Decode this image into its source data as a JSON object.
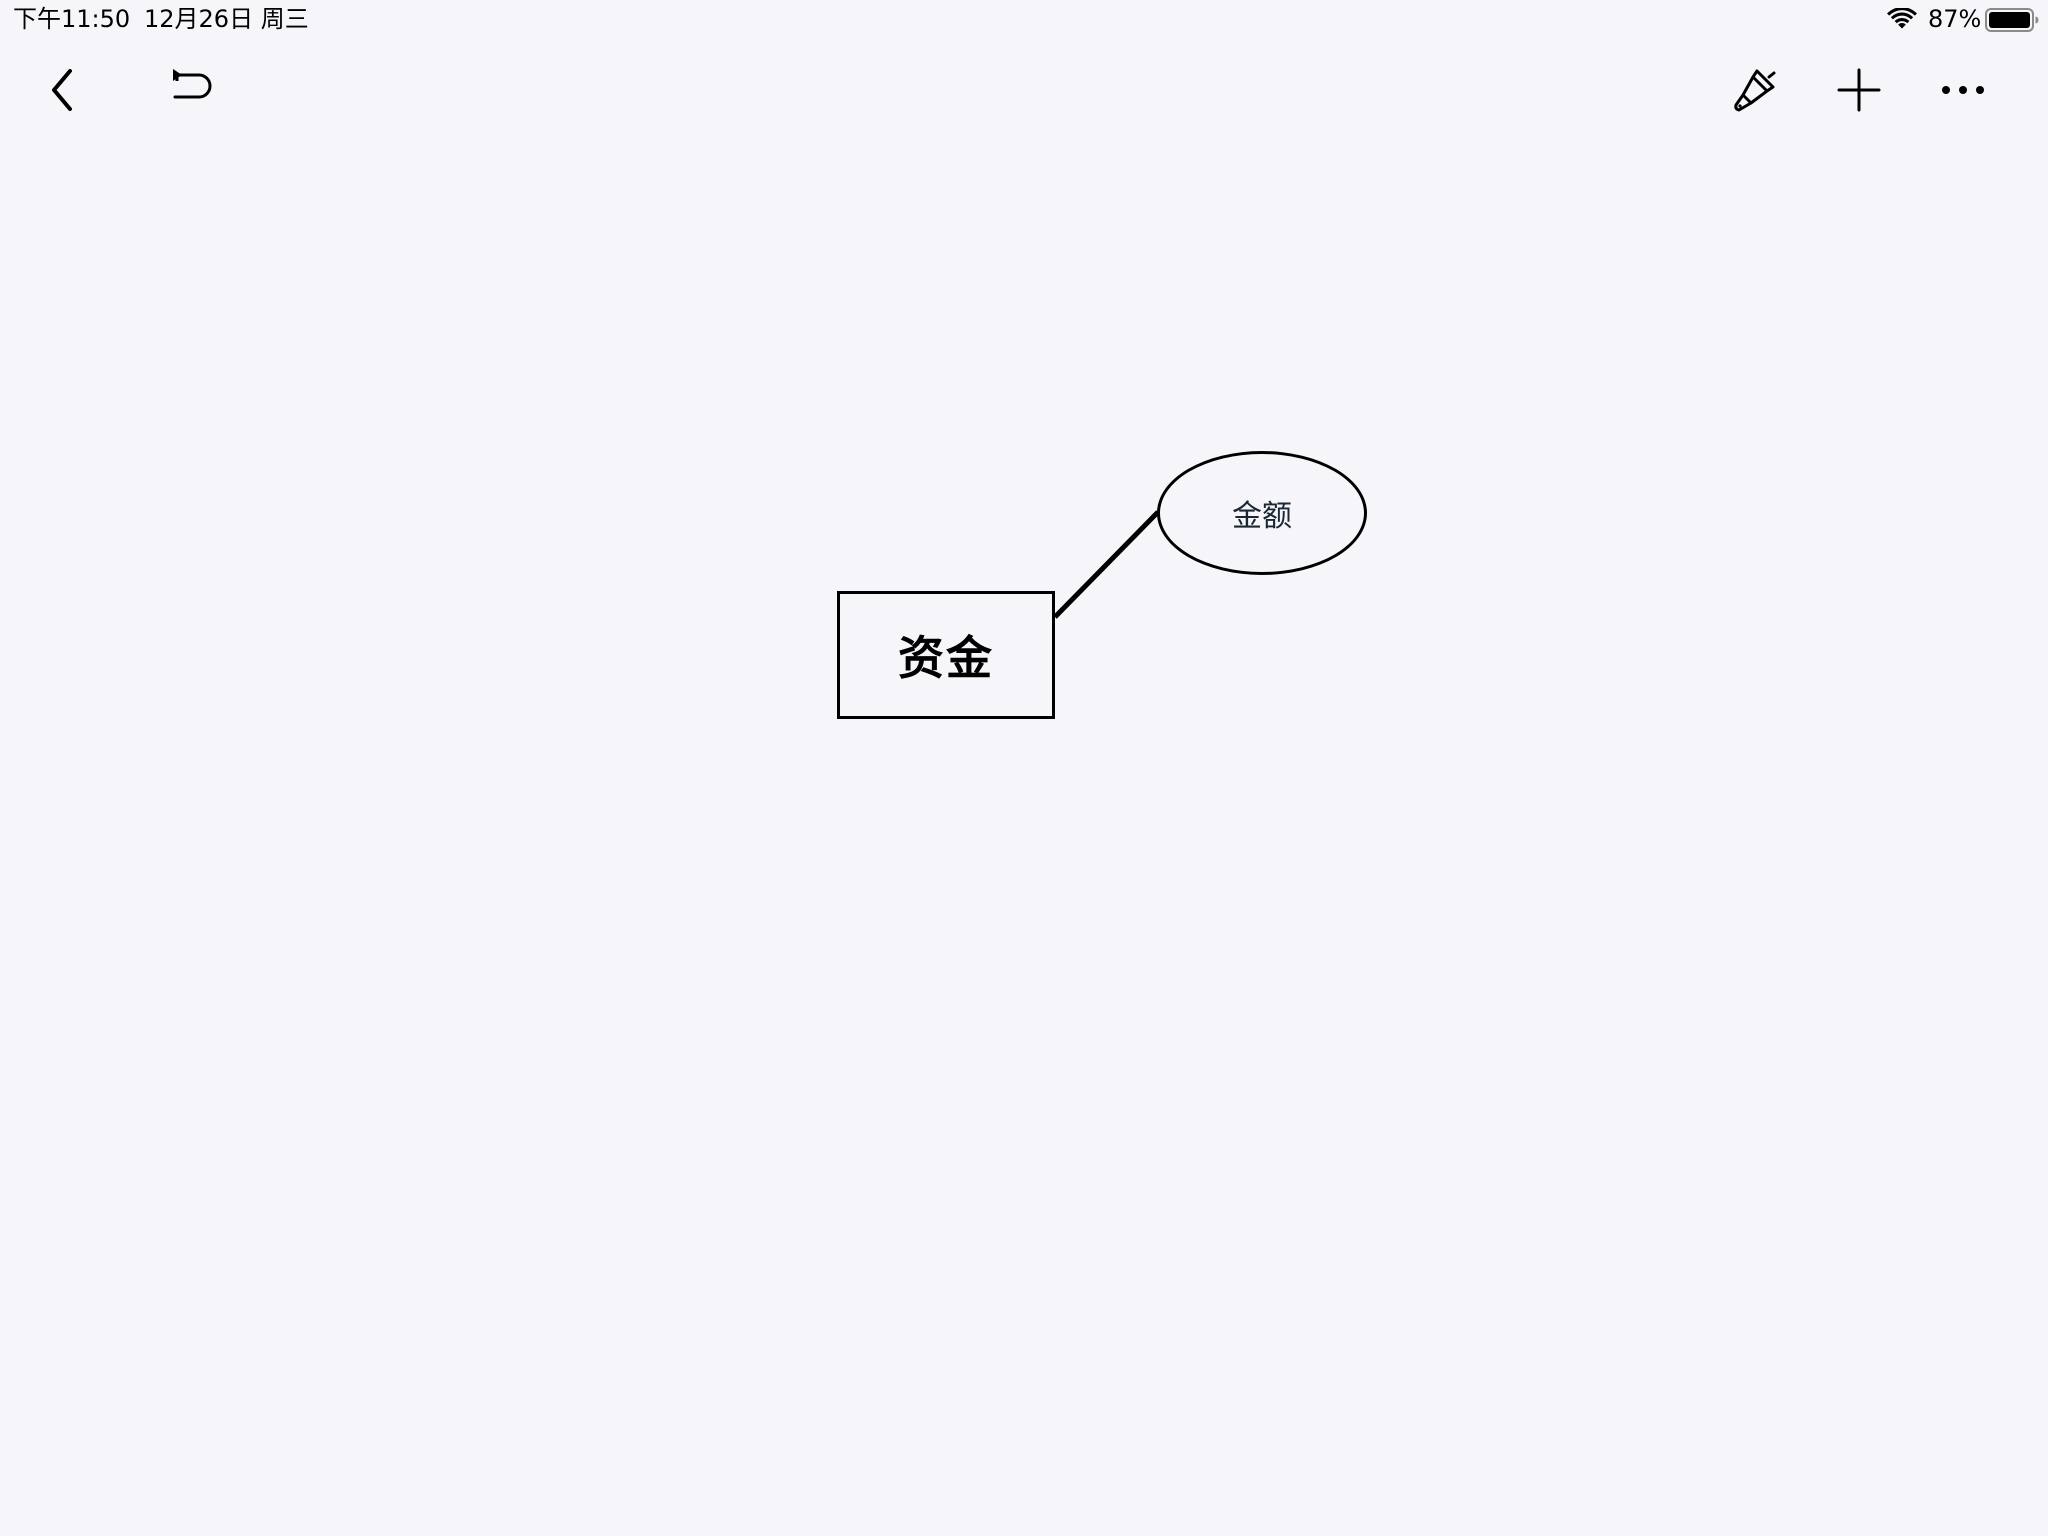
{
  "status_bar": {
    "time": "下午11:50",
    "date": "12月26日 周三",
    "battery_percent": "87%",
    "battery_level": 0.87
  },
  "toolbar": {
    "left": [
      {
        "icon": "chevron-left-icon"
      },
      {
        "icon": "undo-icon"
      }
    ],
    "right": [
      {
        "icon": "format-brush-icon"
      },
      {
        "icon": "plus-icon"
      },
      {
        "icon": "more-icon"
      }
    ]
  },
  "diagram": {
    "entity": {
      "label": "资金"
    },
    "attribute": {
      "label": "金额"
    }
  },
  "colors": {
    "background": "#f6f6fa",
    "stroke": "#000000",
    "attribute_text": "#1b2633"
  }
}
